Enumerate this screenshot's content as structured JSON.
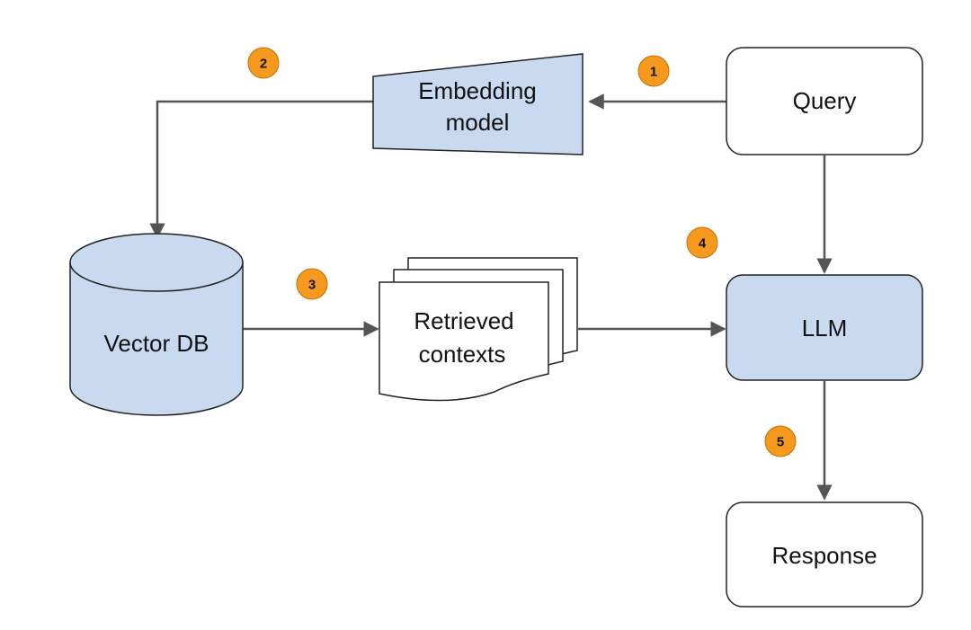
{
  "colors": {
    "node_fill": "#c9d9f0",
    "white_fill": "#ffffff",
    "stroke": "#222222",
    "arrow": "#555555",
    "badge_fill": "#f59a1f",
    "badge_stroke": "#c46f00"
  },
  "nodes": {
    "query": "Query",
    "embedding_model": [
      "Embedding",
      "model"
    ],
    "vector_db": "Vector DB",
    "retrieved_contexts": [
      "Retrieved",
      "contexts"
    ],
    "llm": "LLM",
    "response": "Response"
  },
  "steps": [
    "1",
    "2",
    "3",
    "4",
    "5"
  ]
}
